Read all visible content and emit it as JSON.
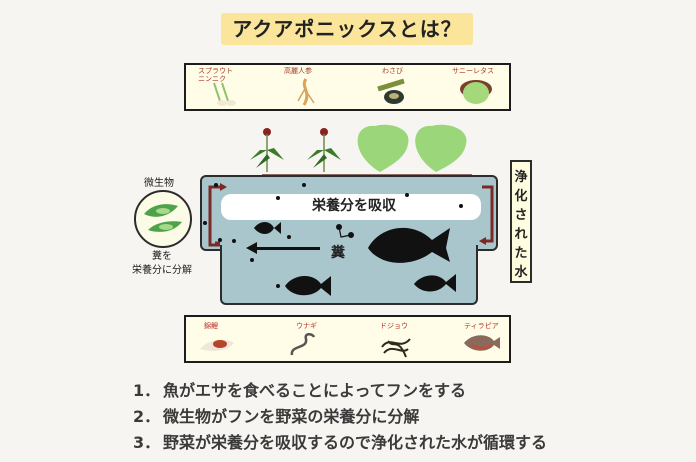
{
  "title": "アクアポニックスとは？",
  "plants_panel": {
    "items": [
      {
        "label": "スプラウト\nニンニク",
        "icon": "sprout-garlic-image"
      },
      {
        "label": "高麗人参",
        "icon": "ginseng-image"
      },
      {
        "label": "わさび",
        "icon": "wasabi-image"
      },
      {
        "label": "サニーレタス",
        "icon": "sunny-lettuce-image"
      }
    ]
  },
  "fish_panel": {
    "items": [
      {
        "label": "錦鯉",
        "icon": "koi-image"
      },
      {
        "label": "ウナギ",
        "icon": "eel-image"
      },
      {
        "label": "ドジョウ",
        "icon": "loach-image"
      },
      {
        "label": "ティラピア",
        "icon": "tilapia-image"
      }
    ]
  },
  "diagram": {
    "absorb_label": "栄養分を吸収",
    "poop_label": "糞",
    "microbe_label": "微生物",
    "decompose_label_line1": "糞を",
    "decompose_label_line2": "栄養分に分解",
    "purified_water_label": [
      "浄",
      "化",
      "さ",
      "れ",
      "た",
      "水"
    ]
  },
  "steps": [
    {
      "num": "1．",
      "text": "魚がエサを食べることによってフンをする"
    },
    {
      "num": "2．",
      "text": "微生物がフンを野菜の栄養分に分解"
    },
    {
      "num": "3．",
      "text": "野菜が栄養分を吸収するので浄化された水が循環する"
    }
  ],
  "colors": {
    "title_bg": "#fbe59a",
    "panel_bg": "#fffde8",
    "water": "#a9c6cc",
    "flow_arrow": "#7a2a26",
    "label_red": "#a83a2a"
  }
}
